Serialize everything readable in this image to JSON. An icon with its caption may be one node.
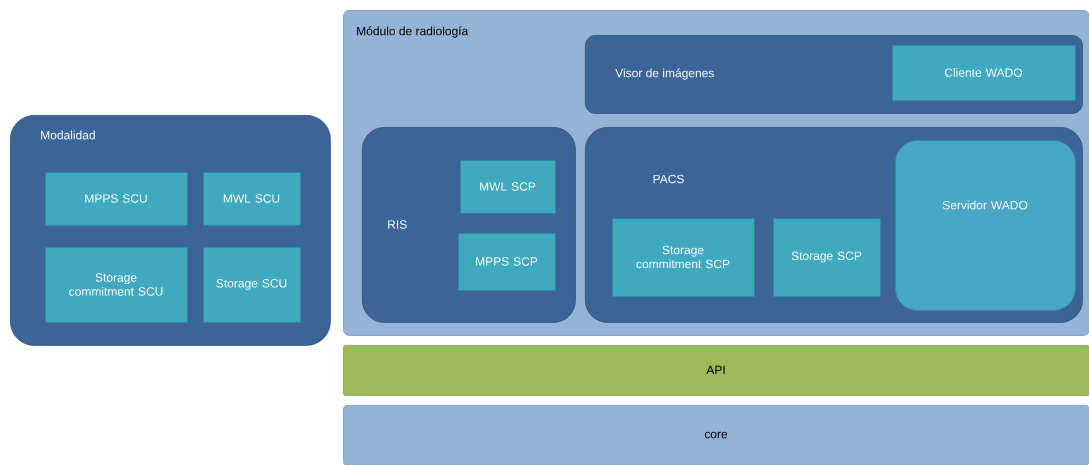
{
  "diagram": {
    "nodes": [
      {
        "text": [
          "Modalidad"
        ]
      },
      {
        "text": [
          "MPPS SCU"
        ],
        "in": 0
      },
      {
        "text": [
          "MWL SCU"
        ],
        "in": 0
      },
      {
        "text": [
          "Storage commitment SCU"
        ],
        "in": 0
      },
      {
        "text": [
          "Storage SCU"
        ],
        "in": 0
      },
      {
        "text": [
          "Módulo de radiología"
        ]
      },
      {
        "text": [
          "Visor de imágenes"
        ],
        "in": 5
      },
      {
        "text": [
          "Cliente WADO"
        ],
        "in": 6
      },
      {
        "text": [
          "RIS"
        ],
        "in": 5
      },
      {
        "text": [
          "MWL SCP"
        ],
        "in": 8
      },
      {
        "text": [
          "MPPS SCP"
        ],
        "in": 8
      },
      {
        "text": [
          "PACS"
        ],
        "in": 5
      },
      {
        "text": [
          "Storage commitment SCP"
        ],
        "in": 11
      },
      {
        "text": [
          "Storage SCP"
        ],
        "in": 11
      },
      {
        "text": [
          "Servidor WADO"
        ],
        "in": 11
      },
      {
        "text": [
          "API"
        ]
      },
      {
        "text": [
          "core"
        ]
      }
    ]
  }
}
